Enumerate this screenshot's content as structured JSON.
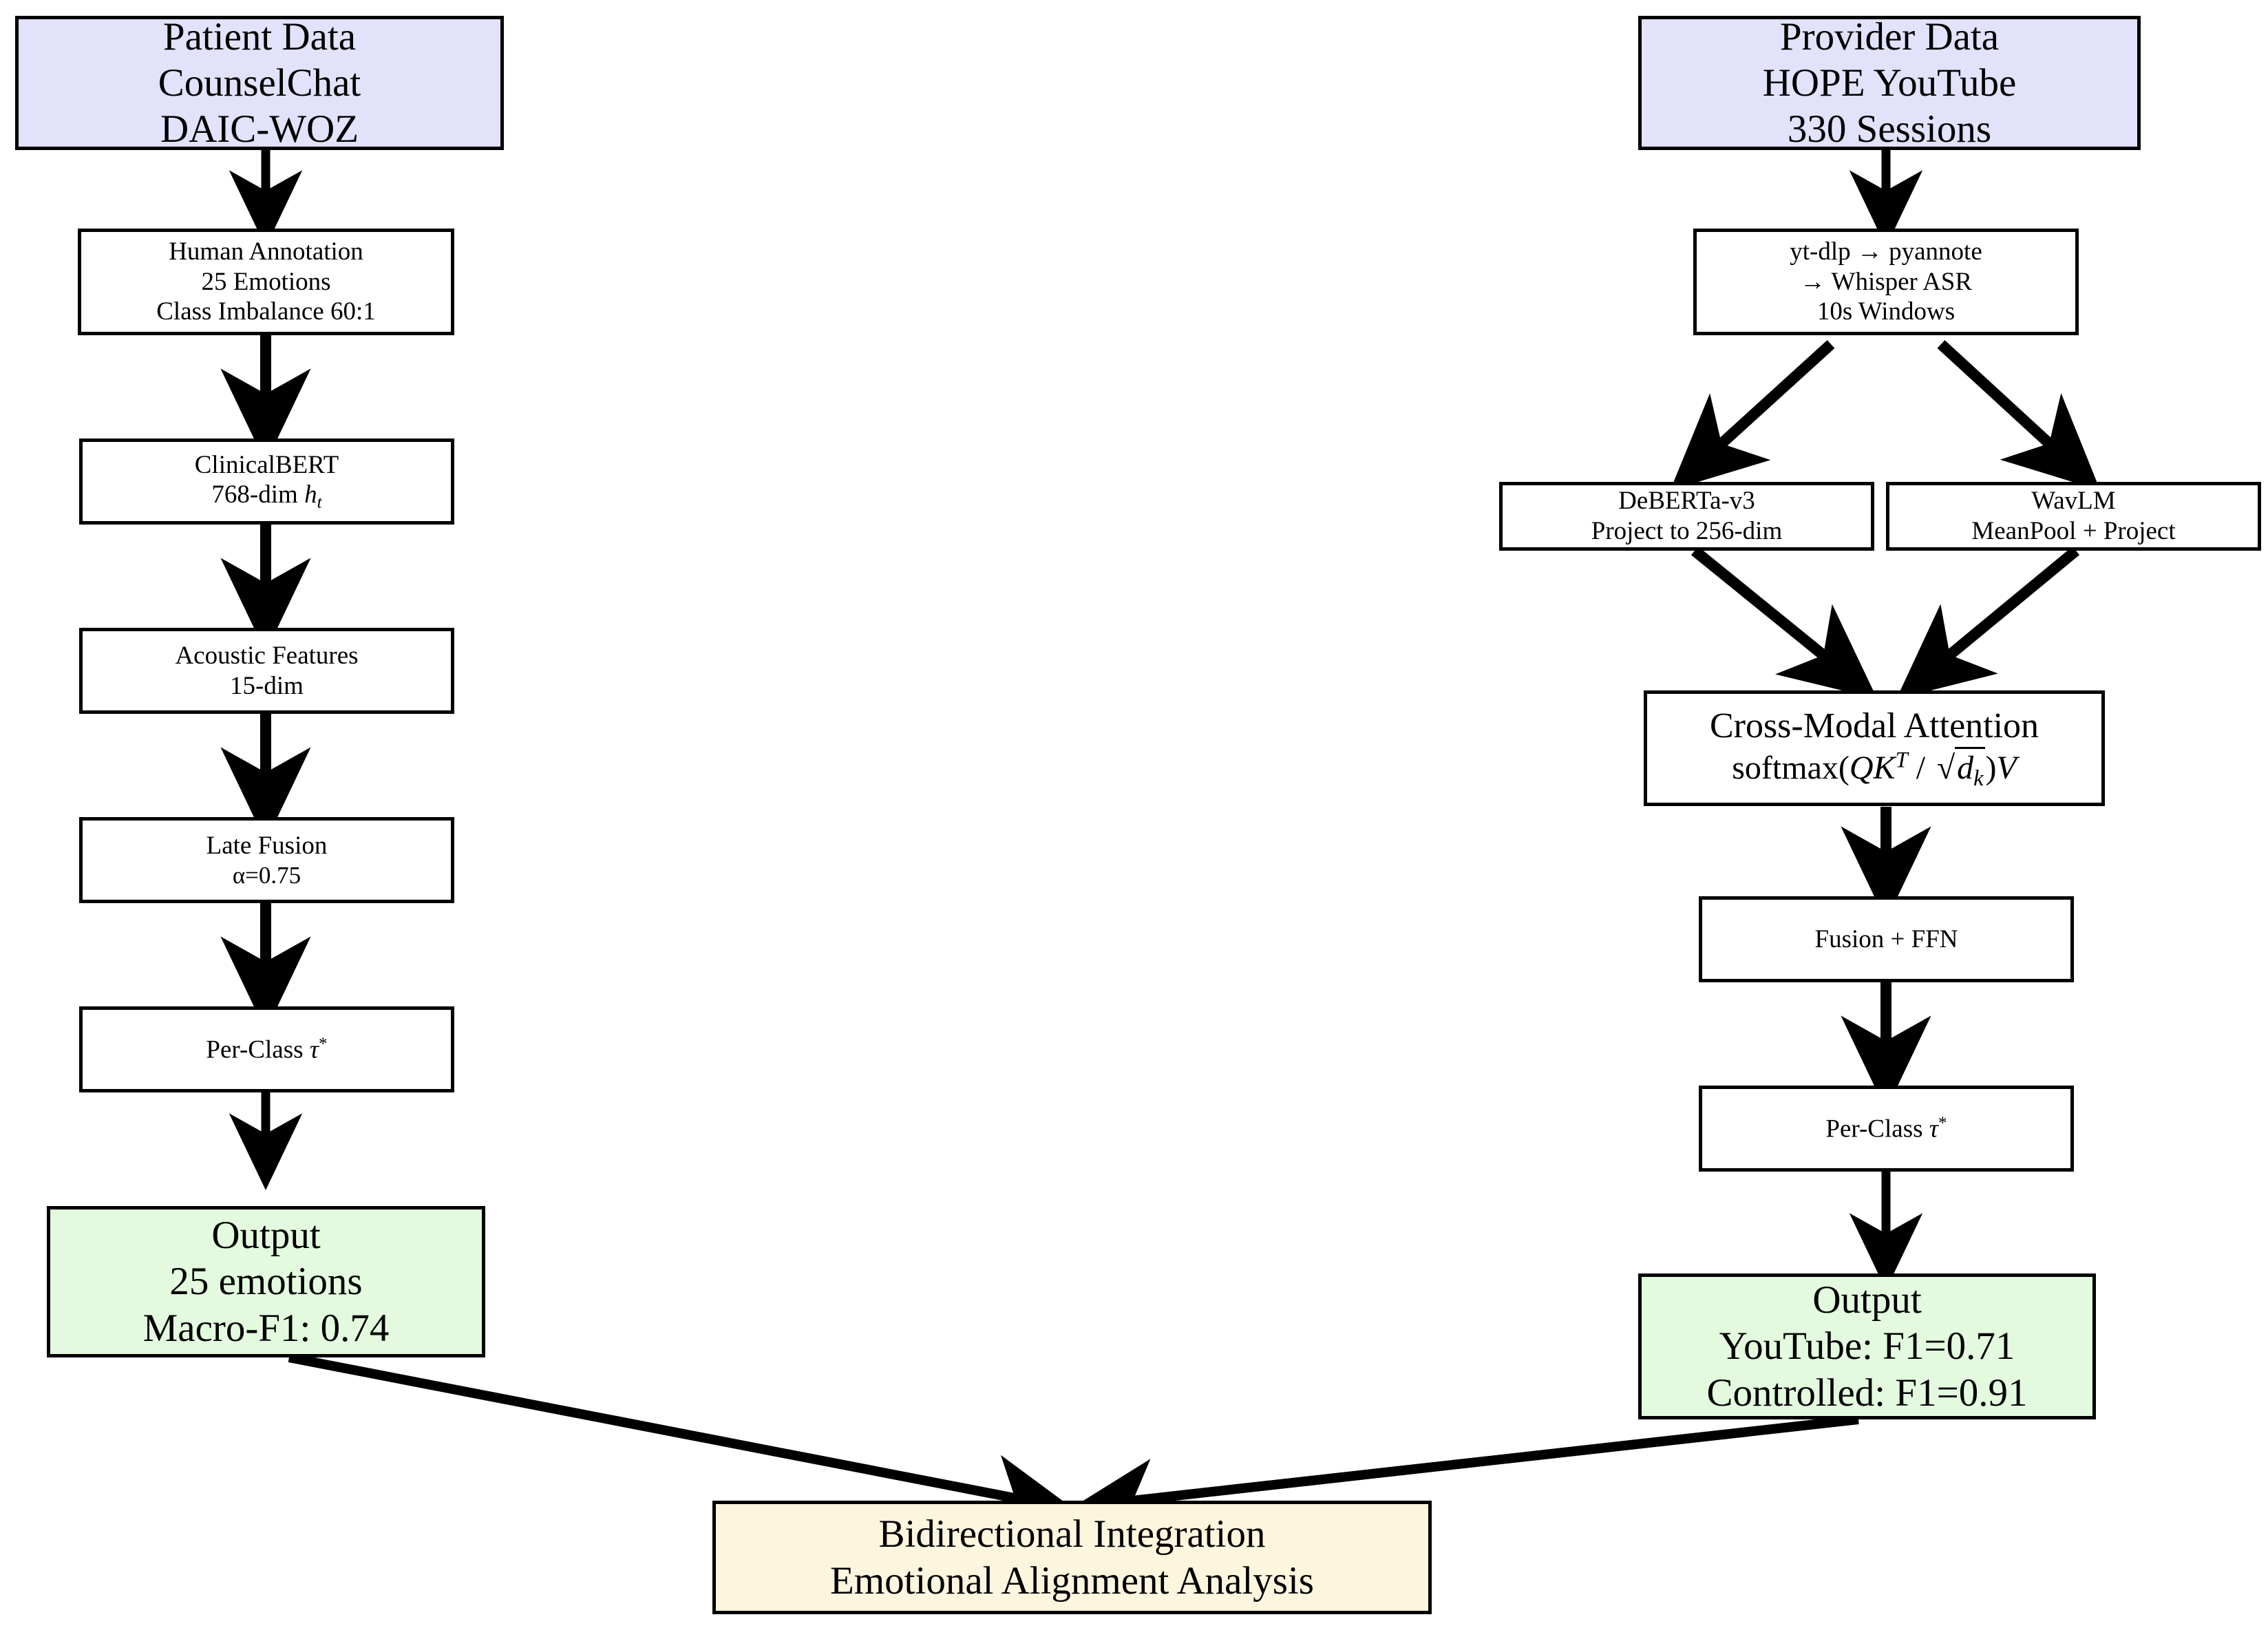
{
  "diagram": {
    "title": "Bidirectional emotion recognition pipeline",
    "colors": {
      "data_source_fill": "#e2e2fb",
      "output_fill": "#e3fadf",
      "integration_fill": "#fcf6de",
      "box_fill": "#ffffff",
      "stroke": "#000000"
    },
    "left_branch": {
      "name": "Patient pipeline",
      "nodes": [
        {
          "id": "patient-data",
          "lines": [
            "Patient Data",
            "CounselChat",
            "DAIC-WOZ"
          ]
        },
        {
          "id": "human-annotation",
          "lines": [
            "Human Annotation",
            "25 Emotions",
            "Class Imbalance 60:1"
          ]
        },
        {
          "id": "clinicalbert",
          "lines": [
            "ClinicalBERT",
            "768-dim h_t"
          ]
        },
        {
          "id": "acoustic-features",
          "lines": [
            "Acoustic Features",
            "15-dim"
          ]
        },
        {
          "id": "late-fusion",
          "lines": [
            "Late Fusion",
            "α=0.75"
          ]
        },
        {
          "id": "per-class-tau-left",
          "lines": [
            "Per-Class τ*"
          ]
        },
        {
          "id": "output-left",
          "lines": [
            "Output",
            "25 emotions",
            "Macro-F1:  0.74"
          ]
        }
      ]
    },
    "right_branch": {
      "name": "Provider pipeline",
      "nodes": [
        {
          "id": "provider-data",
          "lines": [
            "Provider Data",
            "HOPE YouTube",
            "330 Sessions"
          ]
        },
        {
          "id": "preprocessing",
          "lines": [
            "yt-dlp → pyannote",
            "→ Whisper ASR",
            "10s Windows"
          ]
        },
        {
          "id": "deberta",
          "lines": [
            "DeBERTa-v3",
            "Project to 256-dim"
          ]
        },
        {
          "id": "wavlm",
          "lines": [
            "WavLM",
            "MeanPool + Project"
          ]
        },
        {
          "id": "cross-modal-attention",
          "lines": [
            "Cross-Modal Attention",
            "softmax(QK^T / √d_k)V"
          ]
        },
        {
          "id": "fusion-ffn",
          "lines": [
            "Fusion + FFN"
          ]
        },
        {
          "id": "per-class-tau-right",
          "lines": [
            "Per-Class τ*"
          ]
        },
        {
          "id": "output-right",
          "lines": [
            "Output",
            "YouTube:  F1=0.71",
            "Controlled:  F1=0.91"
          ]
        }
      ]
    },
    "integration": {
      "id": "bidirectional-integration",
      "lines": [
        "Bidirectional Integration",
        "Emotional Alignment Analysis"
      ]
    },
    "text": {
      "patient_data_l1": "Patient Data",
      "patient_data_l2": "CounselChat",
      "patient_data_l3": "DAIC-WOZ",
      "human_annotation_l1": "Human Annotation",
      "human_annotation_l2": "25 Emotions",
      "human_annotation_l3": "Class Imbalance 60:1",
      "clinicalbert_l1": "ClinicalBERT",
      "clinicalbert_l2_pre": "768-dim ",
      "clinicalbert_l2_var": "h",
      "clinicalbert_l2_sub": "t",
      "acoustic_l1": "Acoustic Features",
      "acoustic_l2": "15-dim",
      "late_fusion_l1": "Late Fusion",
      "late_fusion_l2": "α=0.75",
      "per_class_left_pre": "Per-Class ",
      "per_class_left_tau": "τ",
      "per_class_left_star": "*",
      "output_left_l1": "Output",
      "output_left_l2": "25 emotions",
      "output_left_l3": "Macro-F1:  0.74",
      "provider_data_l1": "Provider Data",
      "provider_data_l2": "HOPE YouTube",
      "provider_data_l3": "330 Sessions",
      "preprocessing_l1": "yt-dlp → pyannote",
      "preprocessing_l2": "→ Whisper ASR",
      "preprocessing_l3": "10s Windows",
      "deberta_l1": "DeBERTa-v3",
      "deberta_l2": "Project to 256-dim",
      "wavlm_l1": "WavLM",
      "wavlm_l2": "MeanPool + Project",
      "cma_l1": "Cross-Modal Attention",
      "cma_l2_a": "softmax(",
      "cma_l2_q": "QK",
      "cma_l2_t": "T",
      "cma_l2_slash": " / ",
      "cma_l2_radical": "√",
      "cma_l2_d": "d",
      "cma_l2_k": "k",
      "cma_l2_close": ")",
      "cma_l2_v": "V",
      "fusion_ffn_l1": "Fusion + FFN",
      "per_class_right_pre": "Per-Class ",
      "per_class_right_tau": "τ",
      "per_class_right_star": "*",
      "output_right_l1": "Output",
      "output_right_l2": "YouTube:  F1=0.71",
      "output_right_l3": "Controlled:  F1=0.91",
      "integration_l1": "Bidirectional Integration",
      "integration_l2": "Emotional Alignment Analysis"
    }
  }
}
